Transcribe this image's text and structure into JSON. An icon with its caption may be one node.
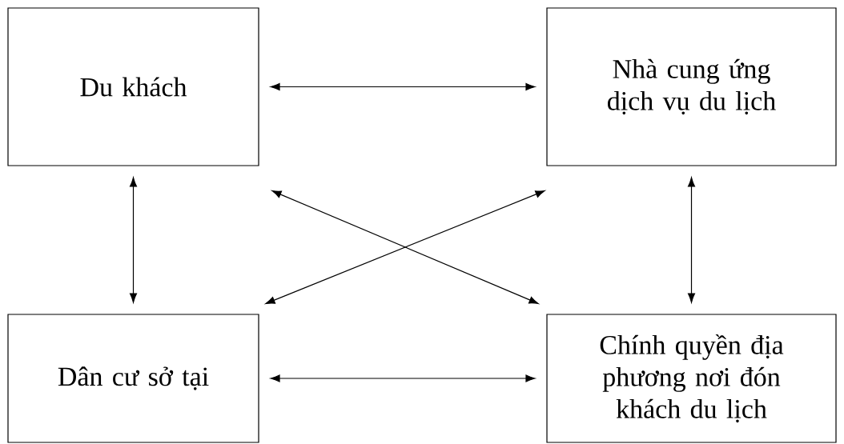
{
  "diagram": {
    "nodes": [
      {
        "text": [
          "Du khách"
        ]
      },
      {
        "text": [
          "Nhà cung ứng dịch vụ du lịch"
        ]
      },
      {
        "text": [
          "Dân cư sở tại"
        ]
      },
      {
        "text": [
          "Chính quyền địa phương nơi đón khách du lịch"
        ]
      }
    ],
    "edges": [
      {
        "from": 0,
        "to": 1,
        "arrow": "both"
      },
      {
        "from": 0,
        "to": 2,
        "arrow": "both"
      },
      {
        "from": 1,
        "to": 3,
        "arrow": "both"
      },
      {
        "from": 0,
        "to": 3,
        "arrow": "both"
      },
      {
        "from": 1,
        "to": 2,
        "arrow": "both"
      },
      {
        "from": 2,
        "to": 3,
        "arrow": "both"
      }
    ]
  }
}
